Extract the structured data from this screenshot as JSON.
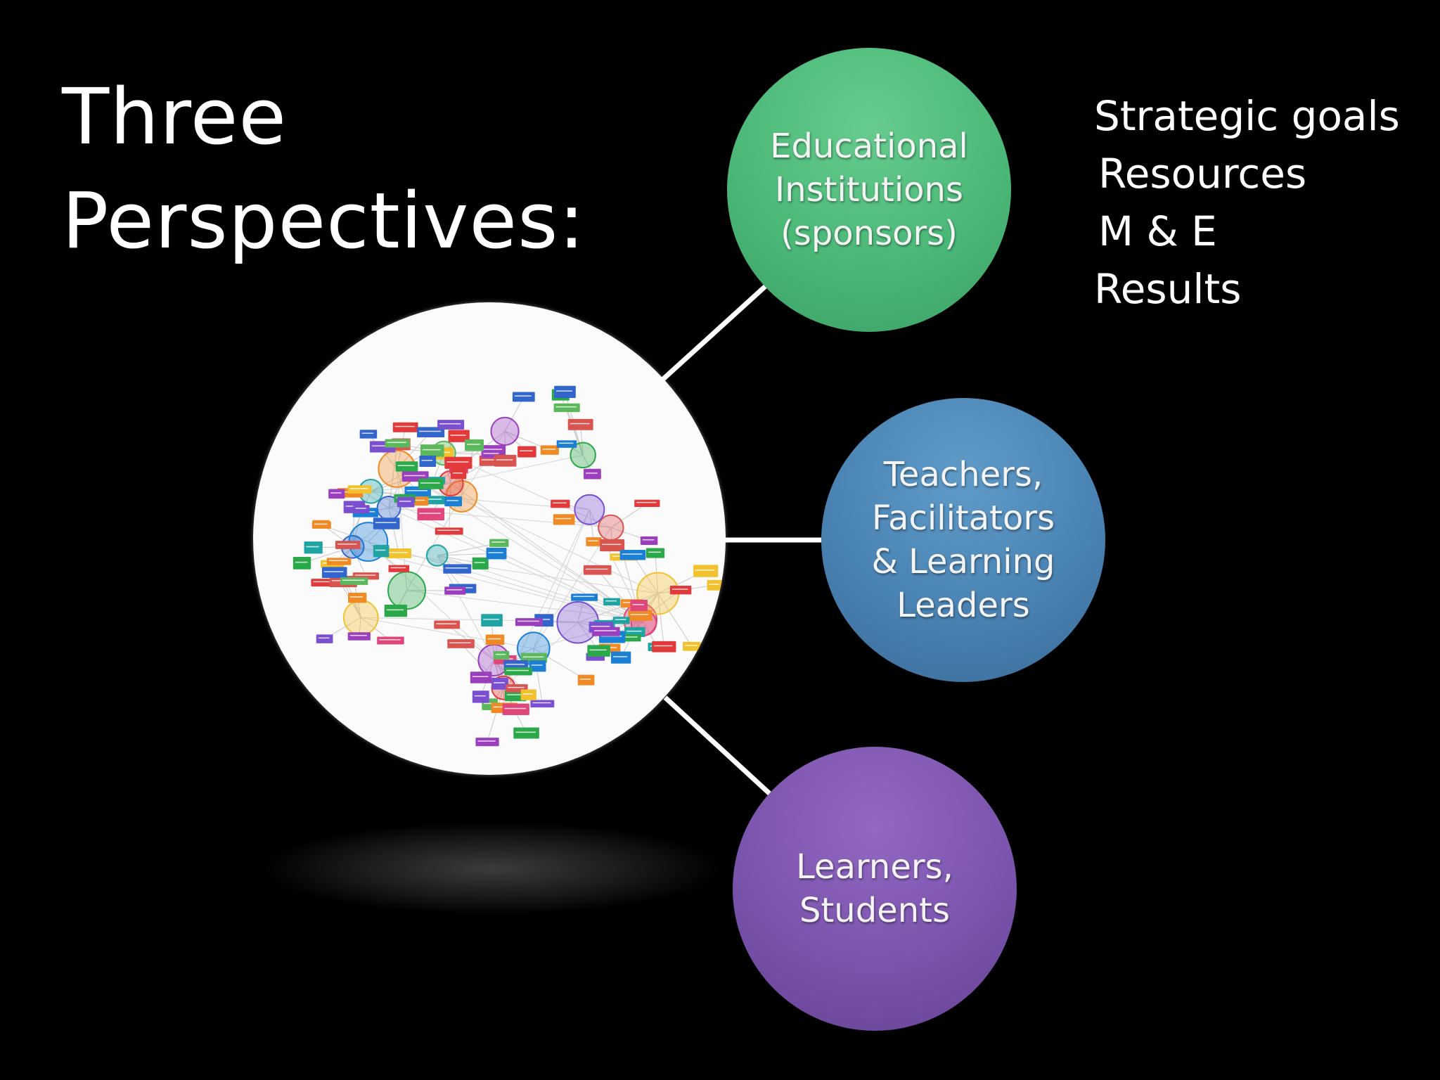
{
  "slide": {
    "title_line1": "Three",
    "title_line2": "Perspectives:",
    "bullets": [
      "Strategic goals",
      "Resources",
      "M & E",
      "Results"
    ]
  },
  "perspectives": [
    {
      "label": "Educational\nInstitutions\n(sponsors)",
      "color": "#4bb878"
    },
    {
      "label": "Teachers,\nFacilitators\n& Learning\nLeaders",
      "color": "#4a83b3"
    },
    {
      "label": "Learners,\nStudents",
      "color": "#7b54ad"
    }
  ],
  "colors": {
    "background": "#000000",
    "connector": "#ffffff",
    "network_background": "#fbfbfb"
  }
}
